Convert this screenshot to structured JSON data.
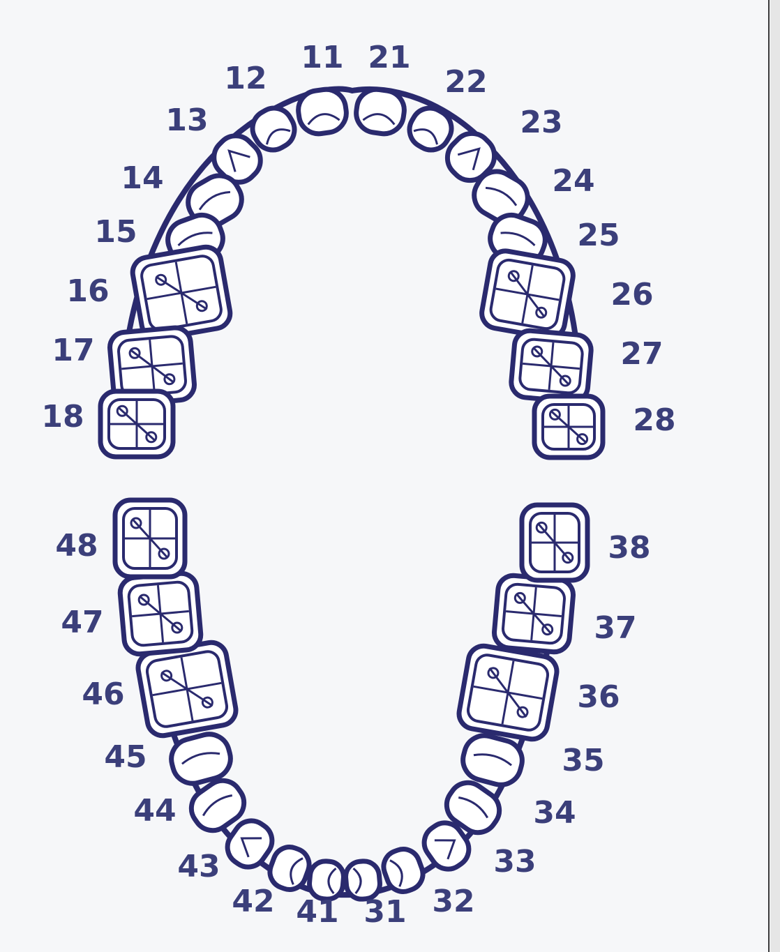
{
  "diagram": {
    "upper_right": [
      "11",
      "12",
      "13",
      "14",
      "15",
      "16",
      "17",
      "18"
    ],
    "upper_left": [
      "21",
      "22",
      "23",
      "24",
      "25",
      "26",
      "27",
      "28"
    ],
    "lower_left": [
      "31",
      "32",
      "33",
      "34",
      "35",
      "36",
      "37",
      "38"
    ],
    "lower_right": [
      "41",
      "42",
      "43",
      "44",
      "45",
      "46",
      "47",
      "48"
    ]
  },
  "colors": {
    "ink": "#2a2a6e",
    "label": "#3b3f7a",
    "background": "#f6f7f9"
  }
}
